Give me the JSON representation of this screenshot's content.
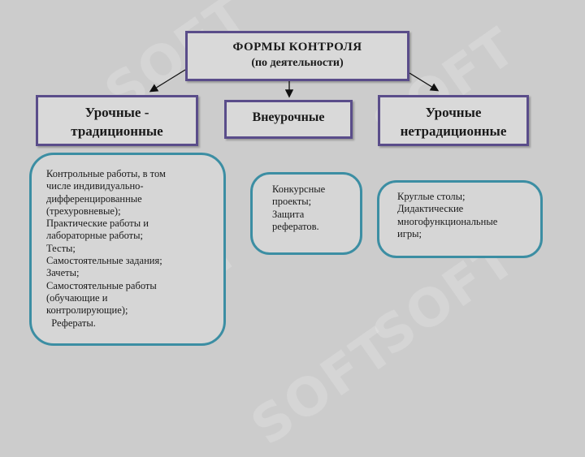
{
  "root": {
    "title": "ФОРМЫ КОНТРОЛЯ",
    "subtitle": "(по деятельности)"
  },
  "categories": [
    {
      "lines": [
        "Урочные -",
        "традиционные"
      ]
    },
    {
      "lines": [
        "Внеурочные"
      ]
    },
    {
      "lines": [
        "Урочные",
        "нетрадиционные"
      ]
    }
  ],
  "lists": [
    {
      "items": [
        "Контрольные работы, в том",
        "числе индивидуально-",
        "дифференцированные",
        "(трехуровневые);",
        "Практические работы и",
        "лабораторные работы;",
        "Тесты;",
        "Самостоятельные задания;",
        "Зачеты;",
        "Самостоятельные работы",
        "(обучающие и",
        "контролирующие);",
        "  Рефераты."
      ]
    },
    {
      "items": [
        "Конкурсные",
        "проекты;",
        "Защита",
        "рефератов."
      ]
    },
    {
      "items": [
        "Круглые столы;",
        "Дидактические",
        "многофункциональные",
        "игры;"
      ]
    }
  ],
  "watermark": {
    "text": "SOFT",
    "color": "#ffffff"
  },
  "colors": {
    "box_border": "#5a4d8a",
    "rounded_border": "#3c8ea3",
    "background": "#cccccc"
  }
}
